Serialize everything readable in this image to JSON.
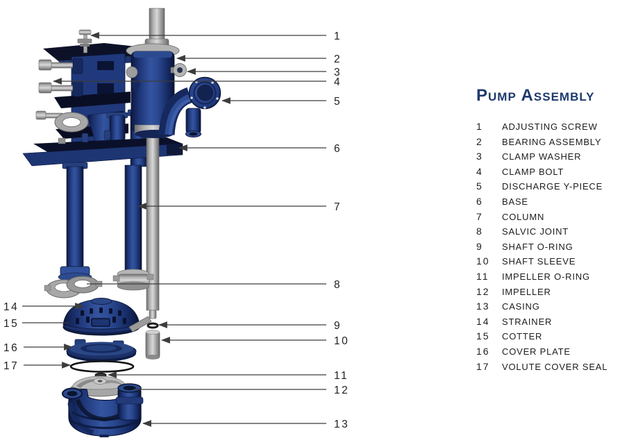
{
  "title": "Pump Assembly",
  "parts": [
    {
      "num": "1",
      "label": "ADJUSTING SCREW"
    },
    {
      "num": "2",
      "label": "BEARING ASSEMBLY"
    },
    {
      "num": "3",
      "label": "CLAMP WASHER"
    },
    {
      "num": "4",
      "label": "CLAMP BOLT"
    },
    {
      "num": "5",
      "label": "DISCHARGE Y-PIECE"
    },
    {
      "num": "6",
      "label": "BASE"
    },
    {
      "num": "7",
      "label": "COLUMN"
    },
    {
      "num": "8",
      "label": "SALVIC JOINT"
    },
    {
      "num": "9",
      "label": "SHAFT O-RING"
    },
    {
      "num": "10",
      "label": "SHAFT SLEEVE"
    },
    {
      "num": "11",
      "label": "IMPELLER O-RING"
    },
    {
      "num": "12",
      "label": "IMPELLER"
    },
    {
      "num": "13",
      "label": "CASING"
    },
    {
      "num": "14",
      "label": "STRAINER"
    },
    {
      "num": "15",
      "label": "COTTER"
    },
    {
      "num": "16",
      "label": "COVER PLATE"
    },
    {
      "num": "17",
      "label": "VOLUTE COVER SEAL"
    }
  ],
  "colors": {
    "title_blue": "#1e3a6e",
    "text": "#1c1c1c",
    "pump_blue": "#20397c",
    "pump_blue_dark": "#0d1840",
    "metal_gray": "#a8a8a8",
    "leader_line": "#3c3c3c",
    "background": "#ffffff"
  }
}
